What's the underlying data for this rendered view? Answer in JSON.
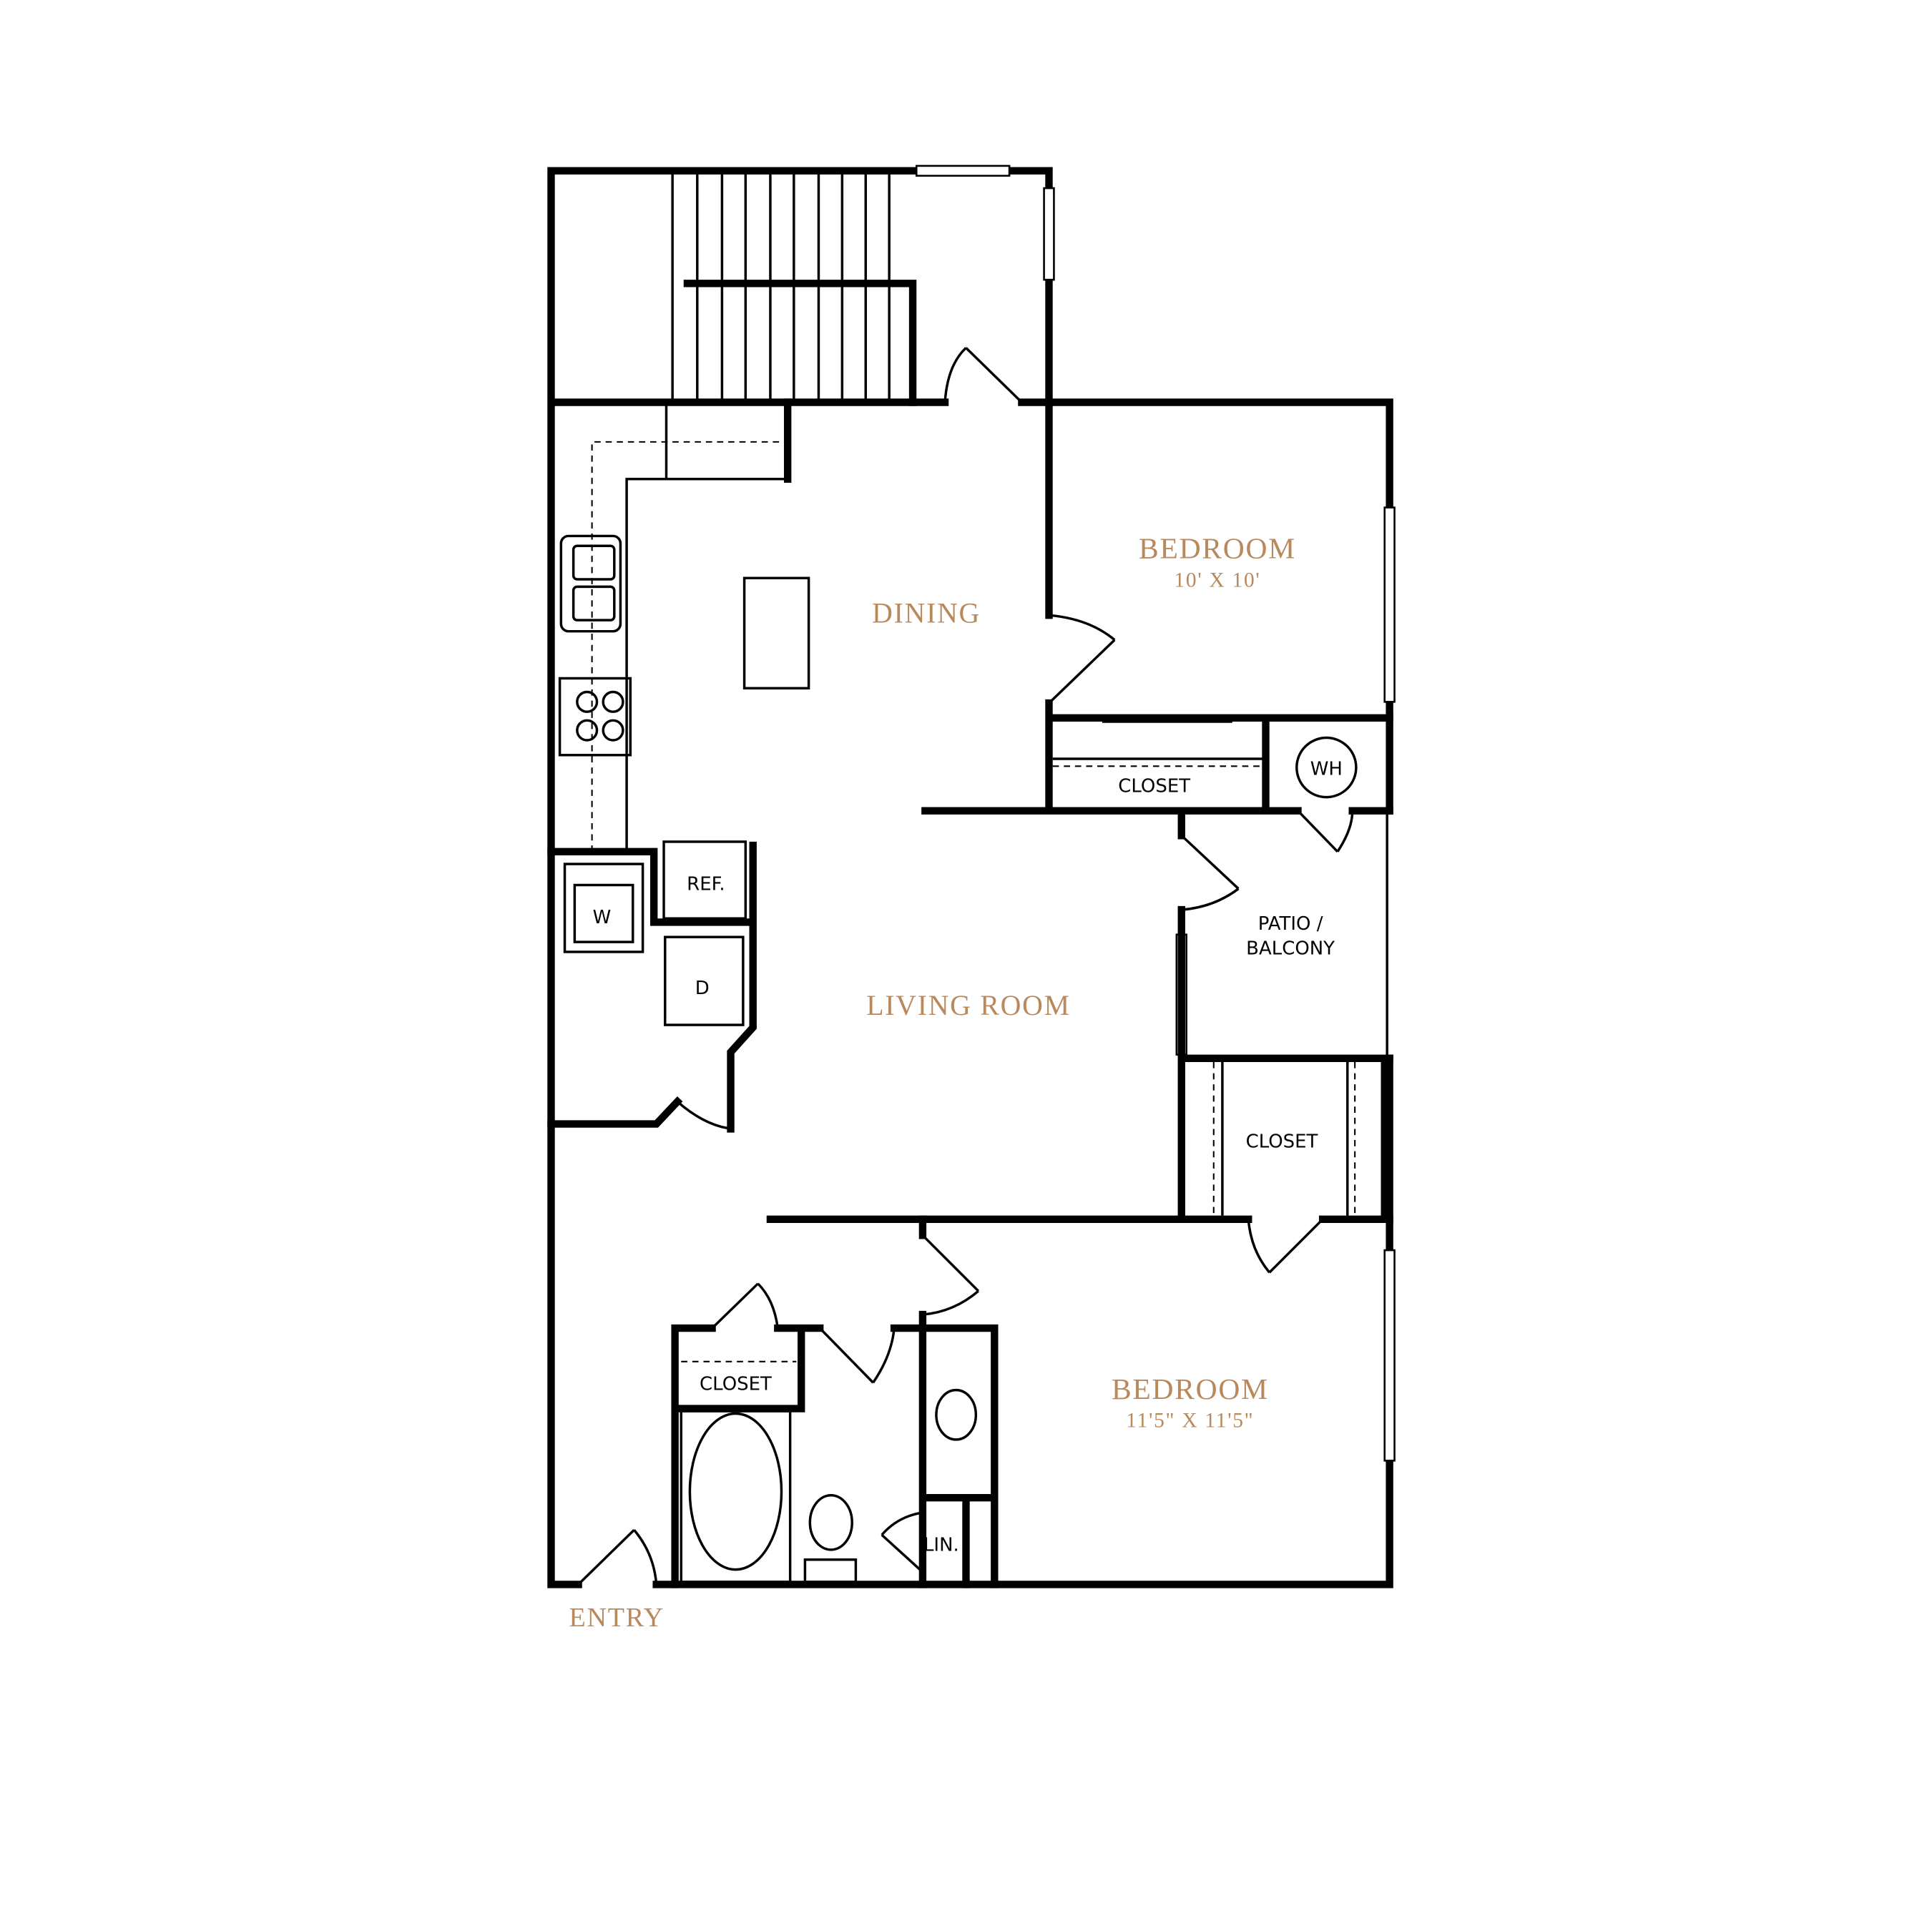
{
  "accent_color": "#b8895c",
  "rooms": {
    "dining": "DINING",
    "living": "LIVING ROOM",
    "bedroom1": {
      "name": "BEDROOM",
      "size": "10' X 10'"
    },
    "bedroom2": {
      "name": "BEDROOM",
      "size": "11'5\" X 11'5\""
    },
    "entry": "ENTRY",
    "patio_line1": "PATIO /",
    "patio_line2": "BALCONY"
  },
  "fixtures": {
    "closet1": "CLOSET",
    "closet2": "CLOSET",
    "closet3": "CLOSET",
    "water_heater": "WH",
    "refrigerator": "REF.",
    "washer": "W",
    "dryer": "D",
    "linen": "LIN."
  }
}
